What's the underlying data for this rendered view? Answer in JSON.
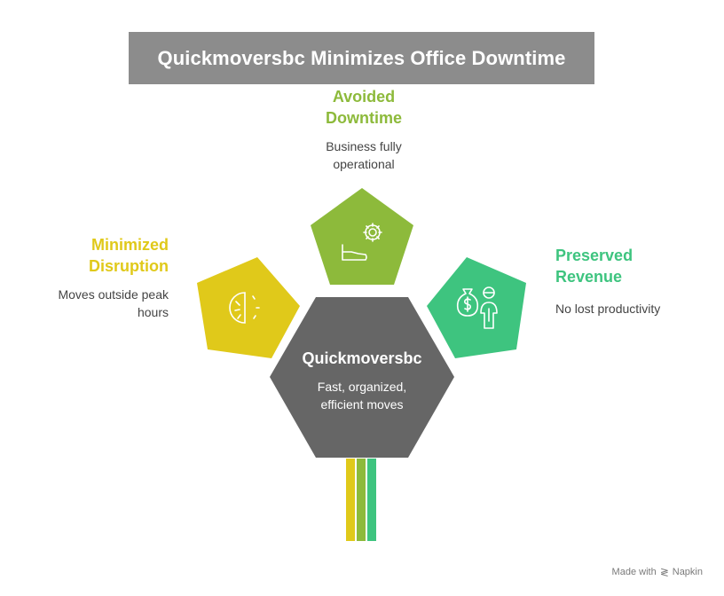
{
  "title": "Quickmoversbc Minimizes Office Downtime",
  "center": {
    "title": "Quickmoversbc",
    "desc": [
      "Fast, organized,",
      "efficient moves"
    ]
  },
  "nodes": {
    "avoided": {
      "title": [
        "Avoided",
        "Downtime"
      ],
      "desc": [
        "Business fully",
        "operational"
      ],
      "color": "#8dba3b",
      "icon": "gear-and-bed-icon"
    },
    "minimized": {
      "title": [
        "Minimized",
        "Disruption"
      ],
      "desc": [
        "Moves outside peak",
        "hours"
      ],
      "color": "#e0c91a",
      "icon": "half-clock-icon"
    },
    "preserved": {
      "title": [
        "Preserved",
        "Revenue"
      ],
      "desc": [
        "No lost productivity"
      ],
      "color": "#3ec47f",
      "icon": "money-bag-person-icon"
    }
  },
  "center_color": "#666666",
  "footer": {
    "prefix": "Made with",
    "brand": "Napkin"
  }
}
